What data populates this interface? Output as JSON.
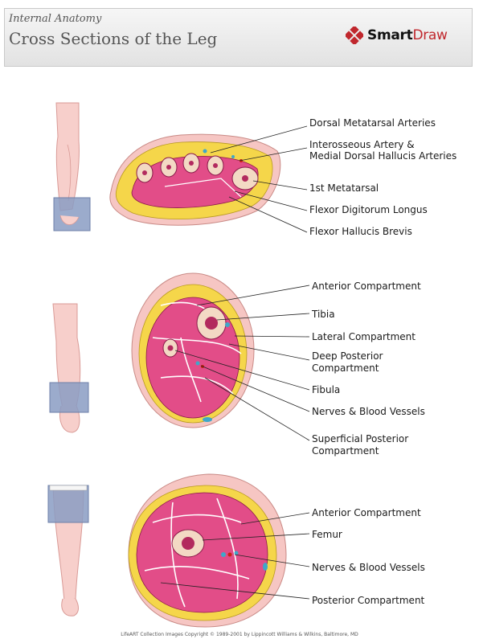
{
  "header": {
    "kicker": "Internal Anatomy",
    "title": "Cross Sections of the Leg",
    "logo": "SmartDraw"
  },
  "sections": [
    {
      "name": "foot",
      "labels": [
        "Dorsal Metatarsal Arteries",
        "Interosseous Artery &",
        "Medial Dorsal Hallucis Arteries",
        "1st Metatarsal",
        "Flexor Digitorum Longus",
        "Flexor Hallucis Brevis"
      ]
    },
    {
      "name": "lower-leg",
      "labels": [
        "Anterior Compartment",
        "Tibia",
        "Lateral Compartment",
        "Deep Posterior",
        "Compartment",
        "Fibula",
        "Nerves & Blood Vessels",
        "Superficial Posterior",
        "Compartment"
      ]
    },
    {
      "name": "thigh",
      "labels": [
        "Anterior Compartment",
        "Femur",
        "Nerves & Blood Vessels",
        "Posterior Compartment"
      ]
    }
  ],
  "footer": {
    "copyright": "LifeART Collection Images Copyright © 1989-2001 by Lippincott Williams & Wilkins, Baltimore, MD"
  },
  "colors": {
    "skin": "#f6c6c3",
    "fat": "#f5d64a",
    "muscle": "#e24d88",
    "bone": "#f3d9c4",
    "box": "#8a9cc3"
  }
}
